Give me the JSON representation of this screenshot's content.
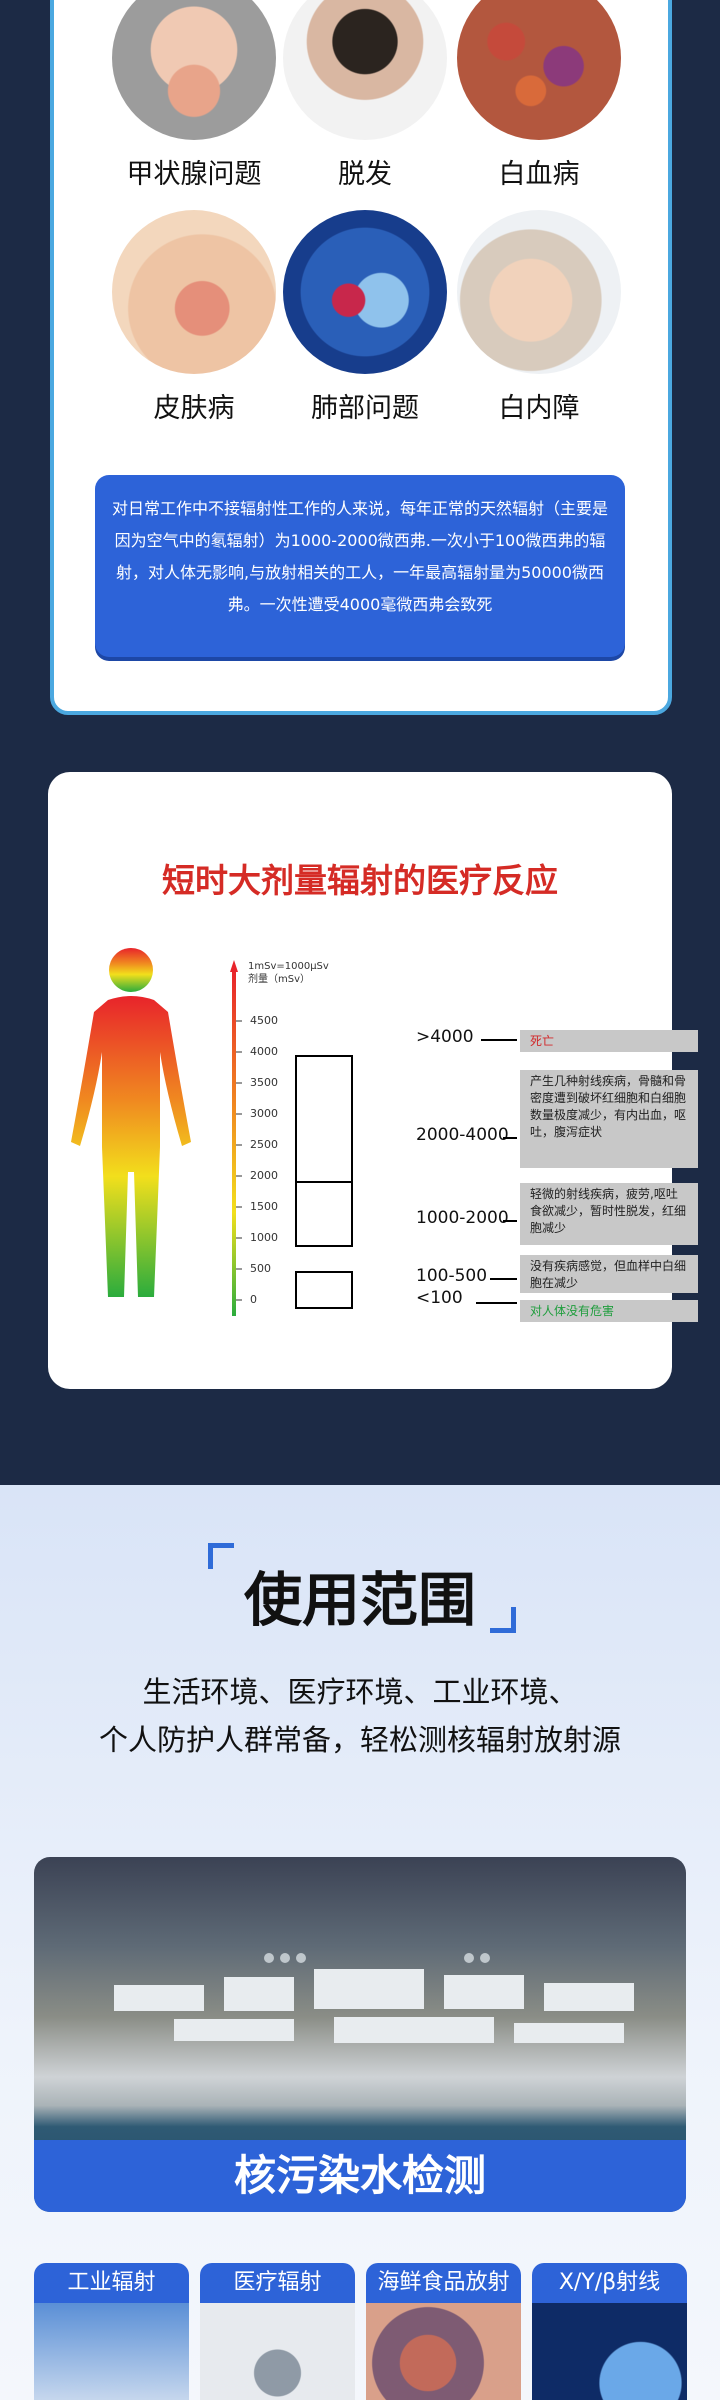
{
  "diseases": [
    {
      "label": "甲状腺问题",
      "icon": "thyroid-photo"
    },
    {
      "label": "脱发",
      "icon": "hair-loss-photo"
    },
    {
      "label": "白血病",
      "icon": "leukemia-cells-photo"
    },
    {
      "label": "皮肤病",
      "icon": "skin-disease-photo"
    },
    {
      "label": "肺部问题",
      "icon": "lung-photo"
    },
    {
      "label": "白内障",
      "icon": "cataract-eye-drop-photo"
    }
  ],
  "notice": {
    "text": "对日常工作中不接辐射性工作的人来说，每年正常的天然辐射（主要是因为空气中的氡辐射）为1000-2000微西弗.一次小于100微西弗的辐射，对人体无影响,与放射相关的工人，一年最高辐射量为50000微西弗。一次性遭受4000毫微西弗会致死"
  },
  "dose_chart": {
    "title": "短时大剂量辐射的医疗反应",
    "unit_line1": "1mSv=1000μSv",
    "unit_line2": "剂量（mSv）",
    "ticks": [
      "4500",
      "4000",
      "3500",
      "3000",
      "2500",
      "2000",
      "1500",
      "1000",
      "500",
      "0"
    ],
    "ranges": [
      ">4000",
      "2000-4000",
      "1000-2000",
      "100-500",
      "<100"
    ],
    "effects": [
      "死亡",
      "产生几种射线疾病，骨髓和骨密度遭到破坏红细胞和白细胞数量极度减少，有内出血，呕吐，腹泻症状",
      "轻微的射线疾病，疲劳,呕吐食欲减少，暂时性脱发，红细胞减少",
      "没有疾病感觉，但血样中白细胞在减少",
      "对人体没有危害"
    ],
    "colors": {
      "danger": "#d2282a",
      "safe": "#1e9d3c"
    }
  },
  "usage": {
    "title": "使用范围",
    "subtitle_line1": "生活环境、医疗环境、工业环境、",
    "subtitle_line2": "个人防护人群常备，轻松测核辐射放射源",
    "photo_caption": "核污染水检测",
    "tiles": [
      "工业辐射",
      "医疗辐射",
      "海鲜食品放射",
      "X/Y/β射线"
    ]
  },
  "colors": {
    "navy": "#1c2a45",
    "accent_blue": "#2d63d8",
    "border_blue": "#4ba8e0",
    "title_red": "#d52b25"
  }
}
